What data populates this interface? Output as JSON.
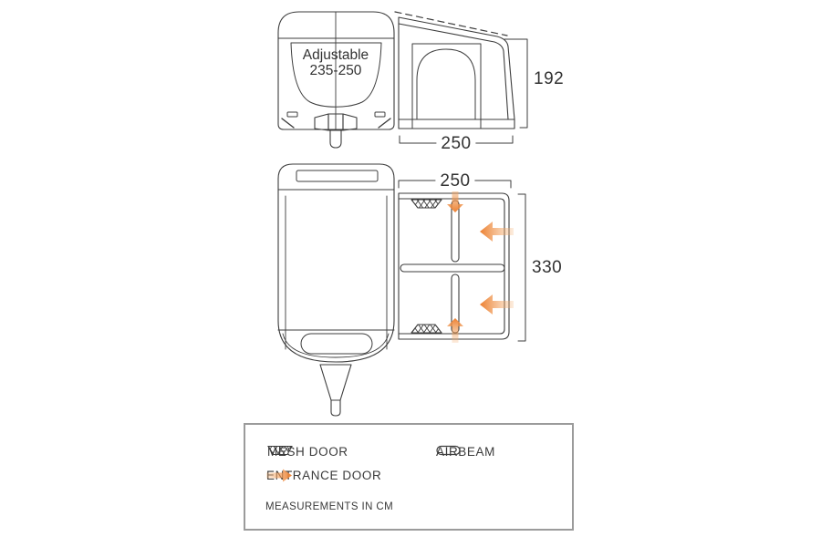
{
  "side_view": {
    "caravan_label_line1": "Adjustable",
    "caravan_label_line2": "235-250",
    "awning_height": "192",
    "awning_depth": "250"
  },
  "plan_view": {
    "awning_width": "250",
    "awning_length": "330"
  },
  "legend": {
    "items": [
      {
        "icon": "mesh-door-icon",
        "label": "MESH DOOR"
      },
      {
        "icon": "airbeam-icon",
        "label": "AIRBEAM"
      },
      {
        "icon": "entrance-door-icon",
        "label": "ENTRANCE DOOR"
      }
    ],
    "note": "MEASUREMENTS IN CM"
  },
  "units": "cm",
  "colors": {
    "line": "#3c3c3c",
    "dimension_text": "#323232",
    "arrow_orange": "#EC7F2F",
    "arrow_orange_light": "#F9CDa5",
    "legend_border": "#9b9b9b"
  }
}
